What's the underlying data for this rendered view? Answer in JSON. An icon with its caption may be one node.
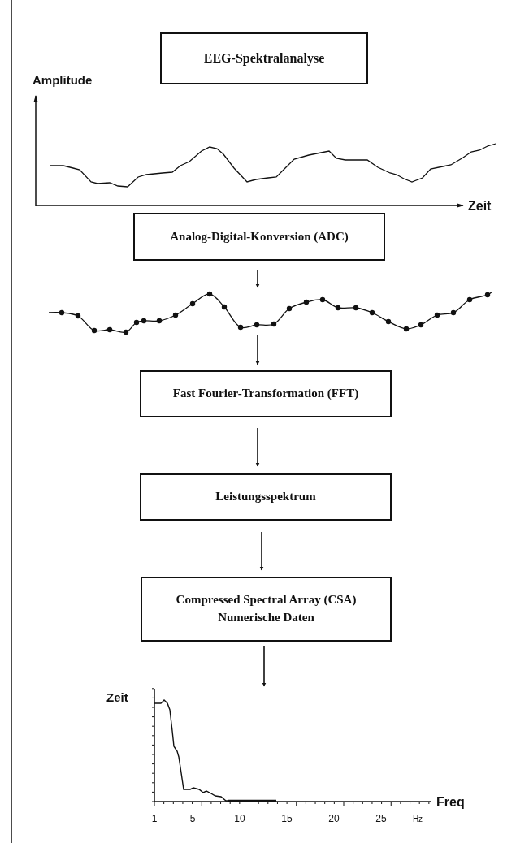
{
  "diagram": {
    "nodes": [
      {
        "text": [
          "EEG-Spektralanalyse"
        ]
      },
      {
        "text": [
          "Analog-Digital-Konversion (ADC)"
        ]
      },
      {
        "text": [],
        "shape": "picture"
      },
      {
        "text": [
          "Fast Fourier-Transformation (FFT)"
        ]
      },
      {
        "text": [
          "Leistungsspektrum"
        ]
      },
      {
        "text": [
          "Compressed Spectral Array (CSA) Numerische Daten"
        ]
      },
      {
        "text": [],
        "shape": "picture"
      }
    ],
    "edges": [
      {
        "from": 1,
        "to": 2,
        "arrow": "to"
      },
      {
        "from": 2,
        "to": 3,
        "arrow": "to"
      },
      {
        "from": 3,
        "to": 4,
        "arrow": "to"
      },
      {
        "from": 4,
        "to": 5,
        "arrow": "to"
      },
      {
        "from": 5,
        "to": 6,
        "arrow": "to"
      }
    ],
    "labels": [
      "Amplitude",
      "Zeit",
      "Zeit",
      "Freq",
      "1",
      "5",
      "10",
      "15",
      "20",
      "25",
      "Hz"
    ]
  }
}
